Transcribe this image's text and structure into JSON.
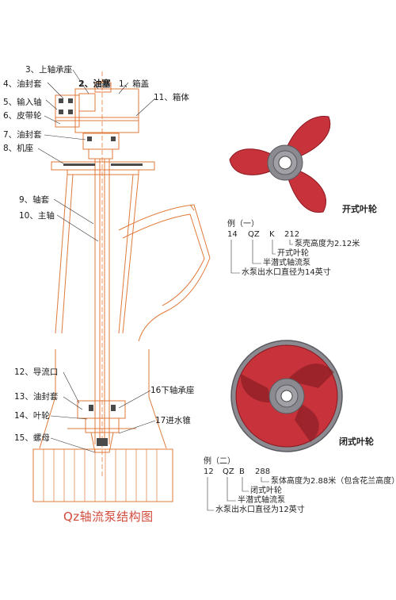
{
  "diagram": {
    "title": "Qz轴流泵结构图",
    "part_labels": [
      {
        "id": "3",
        "text": "3、上轴承座"
      },
      {
        "id": "4",
        "text": "4、油封套"
      },
      {
        "id": "2",
        "text": "2、油塞"
      },
      {
        "id": "1",
        "text": "1、箱盖"
      },
      {
        "id": "5",
        "text": "5、输入轴"
      },
      {
        "id": "11",
        "text": "11、箱体"
      },
      {
        "id": "6",
        "text": "6、皮带轮"
      },
      {
        "id": "7",
        "text": "7、油封套"
      },
      {
        "id": "8",
        "text": "8、机座"
      },
      {
        "id": "9",
        "text": "9、轴套"
      },
      {
        "id": "10",
        "text": "10、主轴"
      },
      {
        "id": "12",
        "text": "12、导流口"
      },
      {
        "id": "13",
        "text": "13、油封套"
      },
      {
        "id": "16",
        "text": "16下轴承座"
      },
      {
        "id": "14",
        "text": "14、叶轮"
      },
      {
        "id": "17",
        "text": "17进水锥"
      },
      {
        "id": "15",
        "text": "15、螺母"
      }
    ]
  },
  "impellers": {
    "open": {
      "caption": "开式叶轮"
    },
    "closed": {
      "caption": "闭式叶轮"
    }
  },
  "examples": [
    {
      "heading": "例（一）",
      "codes": [
        "14",
        "QZ",
        "K",
        "212"
      ],
      "notes": [
        "泵壳高度为2.12米",
        "开式叶轮",
        "半潜式轴流泵",
        "水泵出水口直径为14英寸"
      ]
    },
    {
      "heading": "例（二）",
      "codes": [
        "12",
        "QZ",
        "B",
        "288"
      ],
      "notes": [
        "泵体高度为2.88米（包含花兰高度）",
        "闭式叶轮",
        "半潜式轴流泵",
        "水泵出水口直径为12英寸"
      ]
    }
  ],
  "colors": {
    "outline": "#e07a3a",
    "impeller_red": "#c8323a",
    "impeller_dark": "#8a1a22",
    "hub_grey": "#8a8a90",
    "title_red": "#d24a3a"
  }
}
